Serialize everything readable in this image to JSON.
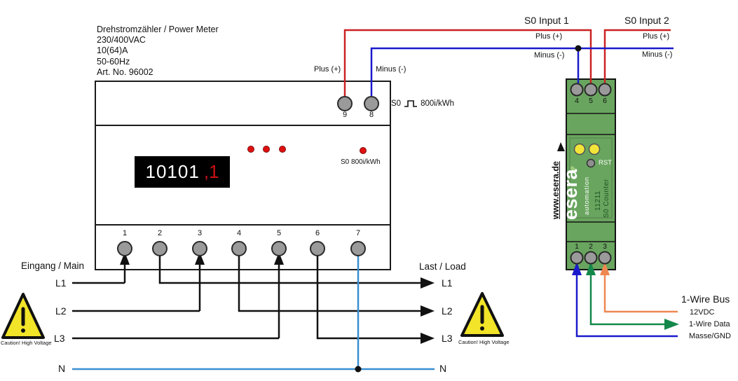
{
  "meter": {
    "info_lines": [
      "Drehstromzähler / Power Meter",
      "230/400VAC",
      "10(64)A",
      "50-60Hz",
      "Art. No. 96002"
    ],
    "display": {
      "value_main": "10101",
      "value_decimal": ",1"
    },
    "s0_output": {
      "plus_label": "Plus (+)",
      "minus_label": "Minus (-)",
      "terminal_plus": "9",
      "terminal_minus": "8",
      "pulse_label_prefix": "S0",
      "pulse_label_suffix": "800i/kWh",
      "led_label": "S0 800i/kWh"
    },
    "bottom_terminals": [
      "1",
      "2",
      "3",
      "4",
      "5",
      "6",
      "7"
    ]
  },
  "mains": {
    "heading": "Eingang / Main",
    "l1": "L1",
    "l2": "L2",
    "l3": "L3",
    "n": "N"
  },
  "load": {
    "heading": "Last / Load",
    "l1": "L1",
    "l2": "L2",
    "l3": "L3",
    "n": "N"
  },
  "warnings": {
    "left": "Caution! High Voltage",
    "right": "Caution! High Voltage"
  },
  "s0_input_1": {
    "title": "S0 Input 1",
    "plus": "Plus (+)",
    "minus": "Minus (-)"
  },
  "s0_input_2": {
    "title": "S0 Input 2",
    "plus": "Plus (+)",
    "minus": "Minus (-)"
  },
  "module": {
    "website": "www.esera.de",
    "brand": "esera",
    "brand_sub": "automation",
    "article": "11211",
    "product": "S0 Counter",
    "reset": "RST",
    "top_terminals": [
      "4",
      "5",
      "6"
    ],
    "bottom_terminals": [
      "1",
      "2",
      "3"
    ]
  },
  "one_wire": {
    "heading": "1-Wire Bus",
    "vdc": "12VDC",
    "data": "1-Wire Data",
    "gnd": "Masse/GND"
  },
  "colors": {
    "wire_red": "#cc2222",
    "wire_blue_dark": "#1a1acc",
    "wire_blue_light": "#3a8fd2",
    "wire_black": "#111111",
    "wire_orange": "#ee8850",
    "wire_green": "#13884a",
    "module_green": "#69a55f",
    "led_yellow": "#f2e53a",
    "warning_yellow": "#f2e428",
    "display_red": "#cc1111",
    "terminal_gray": "#9a9a9a"
  }
}
